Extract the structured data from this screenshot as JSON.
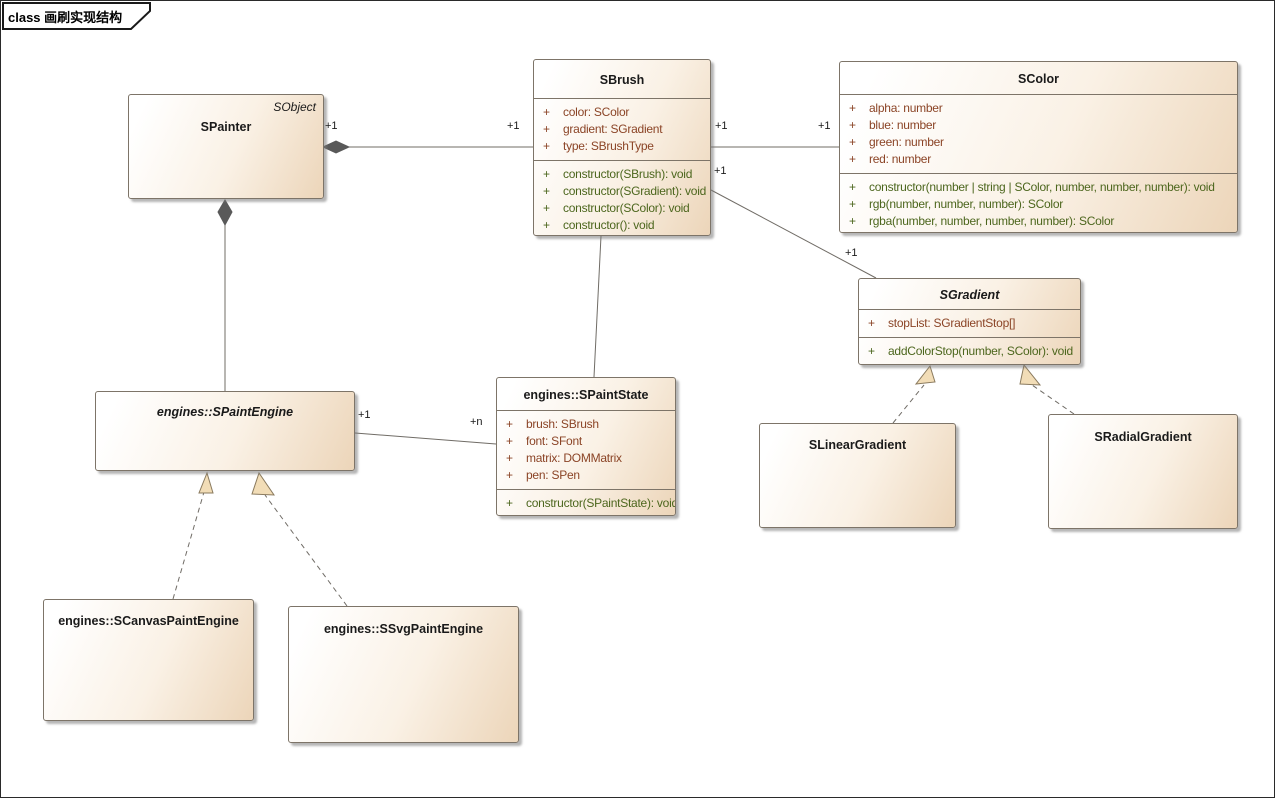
{
  "frame": {
    "label": "class 画刷实现结构"
  },
  "colors": {
    "box_fill_start": "#ffffff",
    "box_fill_end": "#ecd5b9",
    "box_border": "#7d7468",
    "attribute_text": "#8b4426",
    "operation_text": "#4c661d",
    "connector_line": "#706c66",
    "arrowhead_fill": "#f2ddb7",
    "diamond_fill": "#595959"
  },
  "classes": {
    "spainter": {
      "name": "SPainter",
      "stereotype": "SObject",
      "attrs": [],
      "ops": []
    },
    "sbrush": {
      "name": "SBrush",
      "attrs": [
        {
          "v": "+",
          "t": "color: SColor"
        },
        {
          "v": "+",
          "t": "gradient: SGradient"
        },
        {
          "v": "+",
          "t": "type: SBrushType"
        }
      ],
      "ops": [
        {
          "v": "+",
          "t": "constructor(SBrush): void"
        },
        {
          "v": "+",
          "t": "constructor(SGradient): void"
        },
        {
          "v": "+",
          "t": "constructor(SColor): void"
        },
        {
          "v": "+",
          "t": "constructor(): void"
        }
      ]
    },
    "scolor": {
      "name": "SColor",
      "attrs": [
        {
          "v": "+",
          "t": "alpha: number"
        },
        {
          "v": "+",
          "t": "blue: number"
        },
        {
          "v": "+",
          "t": "green: number"
        },
        {
          "v": "+",
          "t": "red: number"
        }
      ],
      "ops": [
        {
          "v": "+",
          "t": "constructor(number | string | SColor, number, number, number): void"
        },
        {
          "v": "+",
          "t": "rgb(number, number, number): SColor"
        },
        {
          "v": "+",
          "t": "rgba(number, number, number, number): SColor"
        }
      ]
    },
    "sgradient": {
      "name": "SGradient",
      "attrs": [
        {
          "v": "+",
          "t": "stopList: SGradientStop[]"
        }
      ],
      "ops": [
        {
          "v": "+",
          "t": "addColorStop(number, SColor): void"
        }
      ]
    },
    "spaintengine": {
      "name": "engines::SPaintEngine",
      "attrs": [],
      "ops": []
    },
    "spaintstate": {
      "name": "engines::SPaintState",
      "attrs": [
        {
          "v": "+",
          "t": "brush: SBrush"
        },
        {
          "v": "+",
          "t": "font: SFont"
        },
        {
          "v": "+",
          "t": "matrix: DOMMatrix"
        },
        {
          "v": "+",
          "t": "pen: SPen"
        }
      ],
      "ops": [
        {
          "v": "+",
          "t": "constructor(SPaintState): void"
        }
      ]
    },
    "slineargradient": {
      "name": "SLinearGradient",
      "attrs": [],
      "ops": []
    },
    "sradialgradient": {
      "name": "SRadialGradient",
      "attrs": [],
      "ops": []
    },
    "scanvaspaintengine": {
      "name": "engines::SCanvasPaintEngine",
      "attrs": [],
      "ops": []
    },
    "ssvgpaintengine": {
      "name": "engines::SSvgPaintEngine",
      "attrs": [],
      "ops": []
    }
  },
  "multiplicities": {
    "painter_brush_src": "+1",
    "painter_brush_tgt": "+1",
    "brush_color_src": "+1",
    "brush_color_tgt": "+1",
    "brush_gradient_src": "+1",
    "brush_gradient_tgt": "+1",
    "engine_state_src": "+1",
    "engine_state_tgt": "+n"
  }
}
